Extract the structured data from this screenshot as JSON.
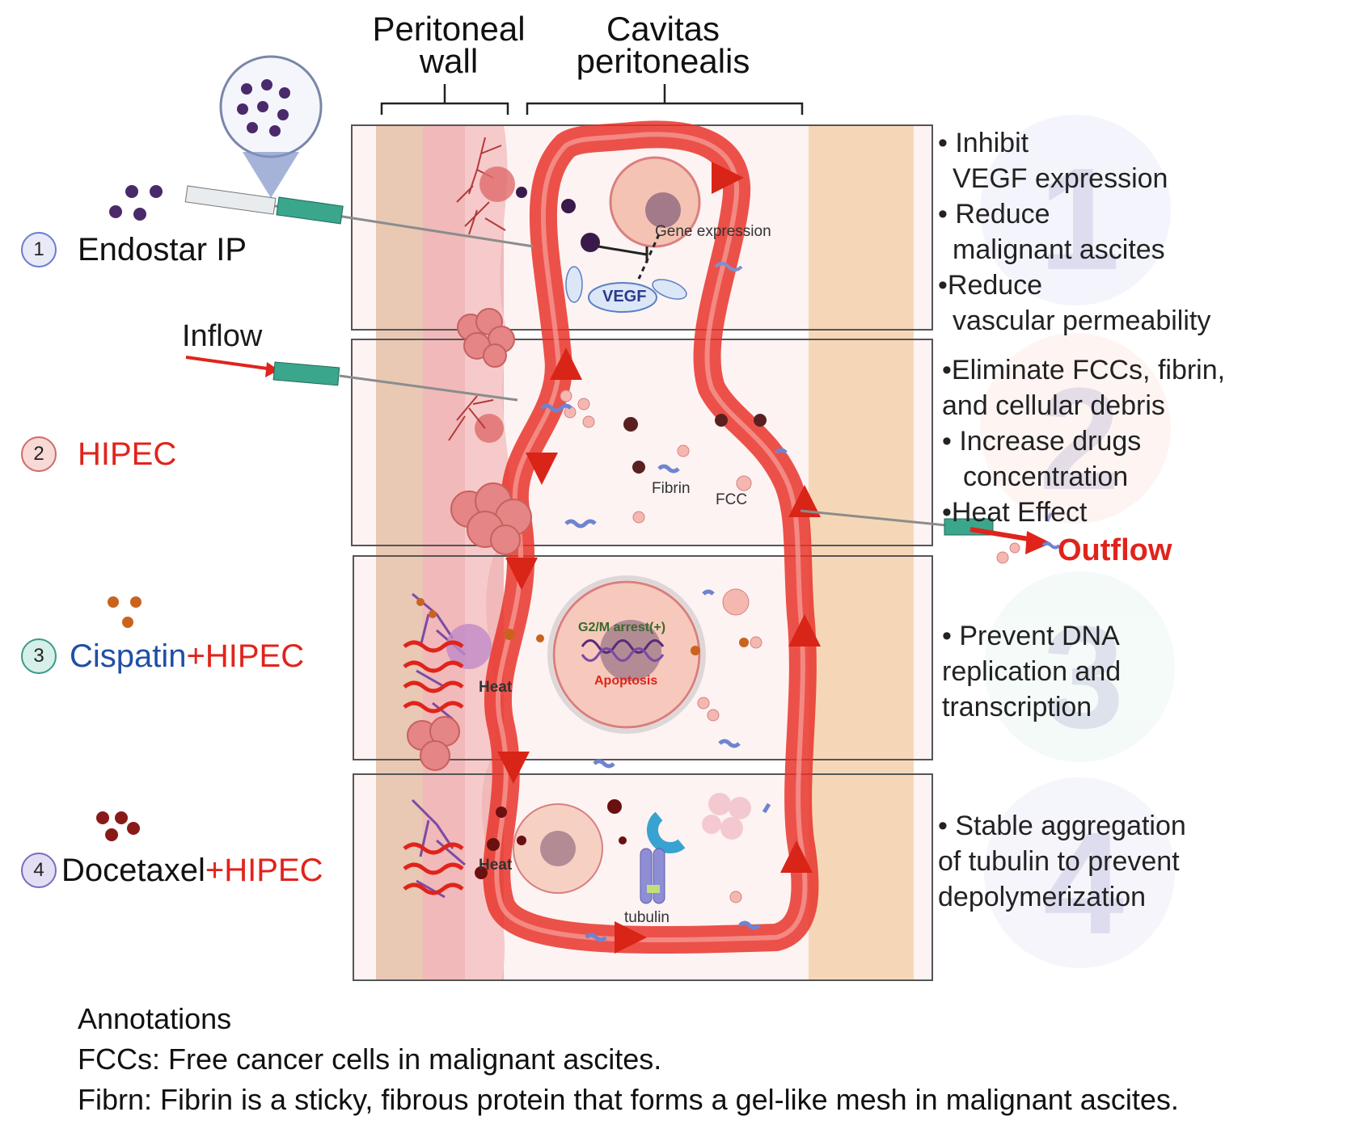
{
  "headers": {
    "peritoneal_wall": "Peritoneal\nwall",
    "cavitas": "Cavitas\nperitonealis"
  },
  "steps": [
    {
      "number": "1",
      "label": "Endostar IP",
      "color": "#111111",
      "circle_color": "#dfe3f7"
    },
    {
      "number": "2",
      "label": "HIPEC",
      "color": "#e0241b",
      "circle_color": "#f7d9d6"
    },
    {
      "number": "3",
      "label_a": "Cispatin",
      "label_b": "+HIPEC",
      "color_a": "#1f4fa6",
      "color_b": "#e0241b",
      "circle_color": "#d6efe8"
    },
    {
      "number": "4",
      "label_a": "Docetaxel",
      "label_b": "+HIPEC",
      "color_a": "#111111",
      "color_b": "#e0241b",
      "circle_color": "#e4def5"
    }
  ],
  "inflow": "Inflow",
  "outflow": "Outflow",
  "effects": {
    "p1": [
      "• Inhibit",
      "VEGF expression",
      "• Reduce",
      "malignant ascites",
      "•Reduce",
      "vascular permeability"
    ],
    "p2": [
      "•Eliminate FCCs, fibrin,",
      "and  cellular debris",
      "• Increase drugs",
      "concentration",
      "•Heat Effect"
    ],
    "p3": [
      "• Prevent DNA",
      "replication and",
      "transcription"
    ],
    "p4": [
      "• Stable aggregation",
      "of tubulin to prevent",
      "depolymerization"
    ]
  },
  "ghost_numbers": [
    "1",
    "2",
    "3",
    "4"
  ],
  "inner_labels": {
    "gene_expression": "Gene expression",
    "vegf": "VEGF",
    "fibrin": "Fibrin",
    "fcc": "FCC",
    "g2m": "G2/M arrest(+)",
    "apoptosis": "Apoptosis",
    "heat1": "Heat",
    "heat2": "Heat",
    "tubulin": "tubulin"
  },
  "annotations": {
    "title": "Annotations",
    "fccs": "FCCs: Free cancer cells in malignant ascites.",
    "fibrn": "Fibrn: Fibrin is a sticky, fibrous protein that forms a gel-like mesh in malignant ascites."
  },
  "colors": {
    "flow_red": "#e8342a",
    "wall_pink": "#f3c2c2",
    "right_wall": "#f5dcc0",
    "drug_purple": "#4a2a6a",
    "cisplatin_orange": "#c8641e",
    "docetaxel_red": "#8a1a1a"
  }
}
